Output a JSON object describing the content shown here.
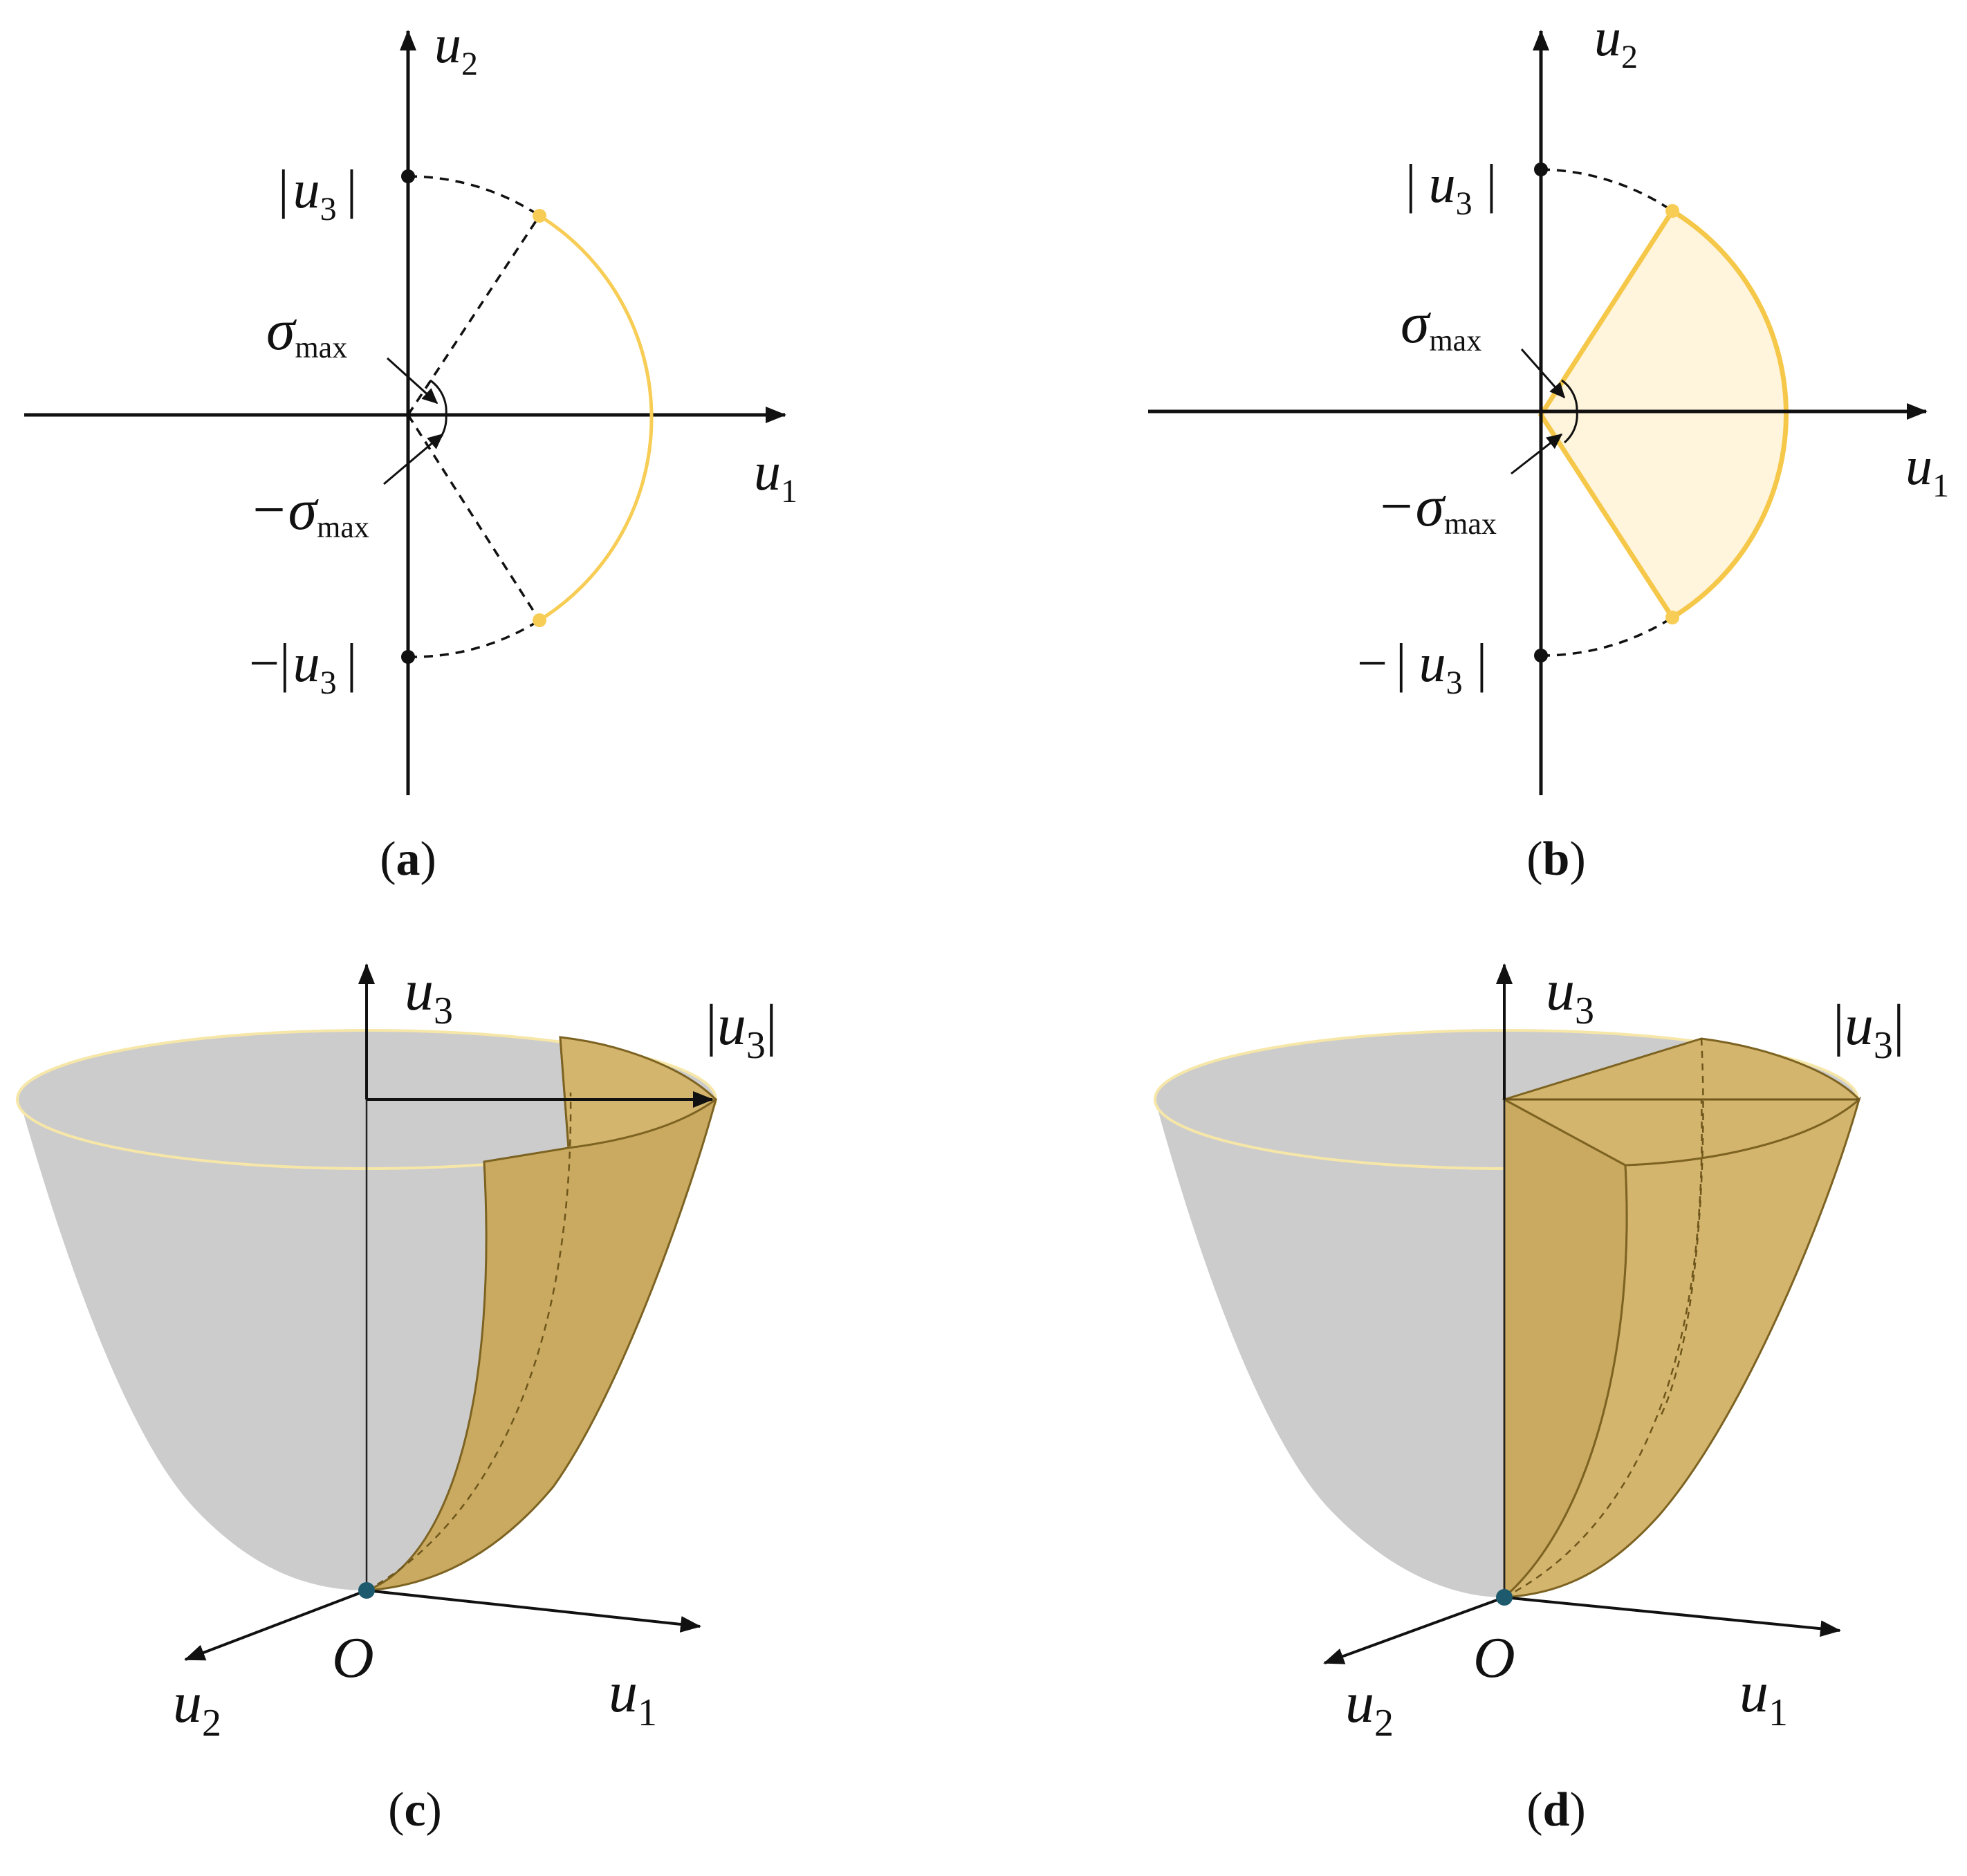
{
  "panels": {
    "a": {
      "caption": "(a)",
      "caption_letter": "a",
      "axis_x": "u",
      "axis_x_sub": "1",
      "axis_y": "u",
      "axis_y_sub": "2",
      "pos_u3_bar": "|",
      "pos_u3": "u",
      "pos_u3_sub": "3",
      "neg_u3_prefix": "−|",
      "neg_u3": "u",
      "neg_u3_sub": "3",
      "sigma": "σ",
      "sigma_sub": "max",
      "neg_sigma": "−σ",
      "neg_sigma_sub": "max"
    },
    "b": {
      "caption": "(b)",
      "caption_letter": "b",
      "axis_x": "u",
      "axis_x_sub": "1",
      "axis_y": "u",
      "axis_y_sub": "2",
      "pos_u3": "u",
      "pos_u3_sub": "3",
      "neg_u3_prefix": "−",
      "neg_u3": "u",
      "neg_u3_sub": "3",
      "sigma": "σ",
      "sigma_sub": "max",
      "neg_sigma": "−σ",
      "neg_sigma_sub": "max"
    },
    "c": {
      "caption": "(c)",
      "caption_letter": "c",
      "axis_u3": "u",
      "axis_u3_sub": "3",
      "abs_u3": "u",
      "abs_u3_sub": "3",
      "origin": "O",
      "axis_u1": "u",
      "axis_u1_sub": "1",
      "axis_u2": "u",
      "axis_u2_sub": "2"
    },
    "d": {
      "caption": "(d)",
      "caption_letter": "d",
      "axis_u3": "u",
      "axis_u3_sub": "3",
      "abs_u3": "u",
      "abs_u3_sub": "3",
      "origin": "O",
      "axis_u1": "u",
      "axis_u1_sub": "1",
      "axis_u2": "u",
      "axis_u2_sub": "2"
    }
  },
  "colors": {
    "boundary_gold": "#F7CD55",
    "region_fill": "#FFF4DC",
    "bowl_gray": "#CCCCCC",
    "surface_gold": "#C9AA60",
    "origin_dot": "#1E5A6E"
  }
}
